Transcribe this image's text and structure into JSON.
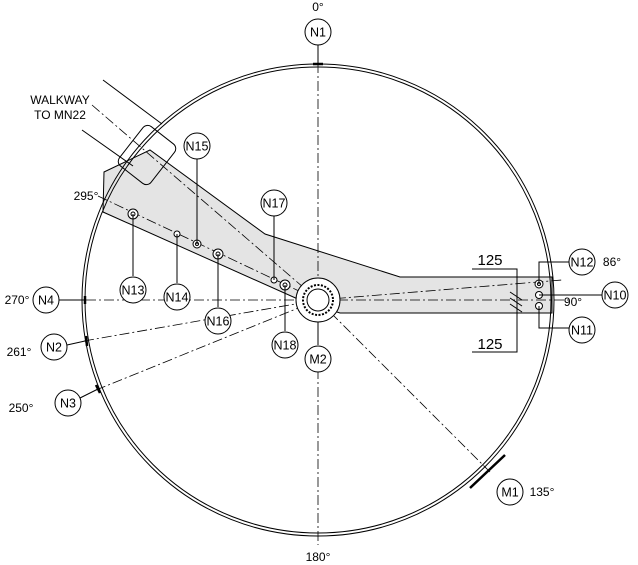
{
  "walkway_label": [
    "WALKWAY",
    "TO MN22"
  ],
  "dimensions": {
    "top": "125",
    "bottom": "125"
  },
  "nozzles": [
    {
      "id": "N1",
      "angle": "0°"
    },
    {
      "id": "N4",
      "angle": "270°"
    },
    {
      "id": "N2",
      "angle": "261°"
    },
    {
      "id": "N3",
      "angle": "250°"
    },
    {
      "id": "N13"
    },
    {
      "id": "N14"
    },
    {
      "id": "N15"
    },
    {
      "id": "N16"
    },
    {
      "id": "N17"
    },
    {
      "id": "N18"
    },
    {
      "id": "M2"
    },
    {
      "id": "N12",
      "angle": "86°"
    },
    {
      "id": "N10",
      "angle": "90°"
    },
    {
      "id": "N11"
    },
    {
      "id": "M1",
      "angle": "135°"
    }
  ],
  "angles": {
    "top": "0°",
    "bottom": "180°",
    "walkway": "295°"
  },
  "colors": {
    "shading": "#e4e4e4",
    "line": "#000000"
  }
}
